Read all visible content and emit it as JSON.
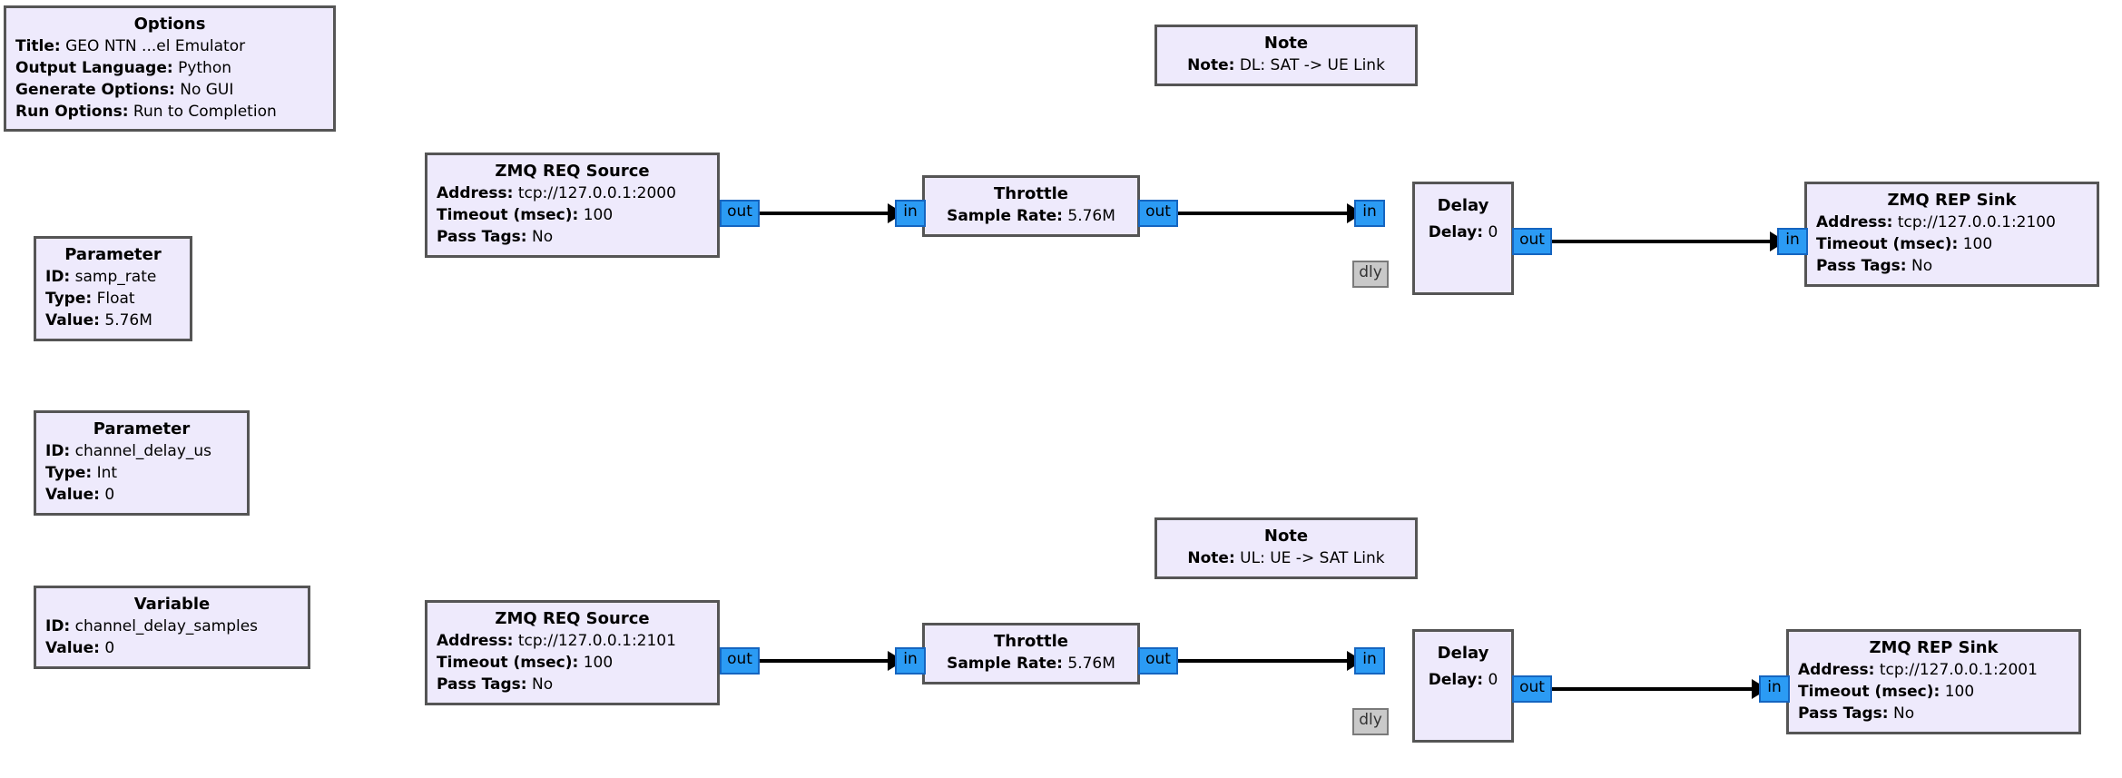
{
  "app": {
    "kind": "gnuradio-companion-flowgraph",
    "canvas_background": "#ffffff",
    "block_fill": "#eeeafc",
    "block_border": "#555555",
    "port_fill": "#2b9bf4",
    "port_border": "#1565c0",
    "message_port_fill": "#c9c9c9",
    "wire_color": "#000000"
  },
  "options_block": {
    "title": "Options",
    "rows": [
      {
        "key": "Title:",
        "value": "GEO NTN ...el Emulator"
      },
      {
        "key": "Output Language:",
        "value": "Python"
      },
      {
        "key": "Generate Options:",
        "value": "No GUI"
      },
      {
        "key": "Run Options:",
        "value": "Run to Completion"
      }
    ]
  },
  "parameter_samp_rate": {
    "title": "Parameter",
    "rows": [
      {
        "key": "ID:",
        "value": "samp_rate"
      },
      {
        "key": "Type:",
        "value": "Float"
      },
      {
        "key": "Value:",
        "value": "5.76M"
      }
    ]
  },
  "parameter_channel_delay_us": {
    "title": "Parameter",
    "rows": [
      {
        "key": "ID:",
        "value": "channel_delay_us"
      },
      {
        "key": "Type:",
        "value": "Int"
      },
      {
        "key": "Value:",
        "value": "0"
      }
    ]
  },
  "variable_channel_delay_samples": {
    "title": "Variable",
    "rows": [
      {
        "key": "ID:",
        "value": "channel_delay_samples"
      },
      {
        "key": "Value:",
        "value": "0"
      }
    ]
  },
  "note_dl": {
    "title": "Note",
    "rows": [
      {
        "key": "Note:",
        "value": "DL: SAT -> UE Link"
      }
    ]
  },
  "note_ul": {
    "title": "Note",
    "rows": [
      {
        "key": "Note:",
        "value": "UL: UE -> SAT Link"
      }
    ]
  },
  "dl_chain": {
    "source": {
      "title": "ZMQ REQ Source",
      "rows": [
        {
          "key": "Address:",
          "value": "tcp://127.0.0.1:2000"
        },
        {
          "key": "Timeout (msec):",
          "value": "100"
        },
        {
          "key": "Pass Tags:",
          "value": "No"
        }
      ],
      "out_port": "out"
    },
    "throttle": {
      "title": "Throttle",
      "rows": [
        {
          "key": "Sample Rate:",
          "value": "5.76M"
        }
      ],
      "in_port": "in",
      "out_port": "out"
    },
    "delay": {
      "title": "Delay",
      "rows": [
        {
          "key": "Delay:",
          "value": "0"
        }
      ],
      "in_port": "in",
      "msg_port": "dly",
      "out_port": "out"
    },
    "sink": {
      "title": "ZMQ REP Sink",
      "rows": [
        {
          "key": "Address:",
          "value": "tcp://127.0.0.1:2100"
        },
        {
          "key": "Timeout (msec):",
          "value": "100"
        },
        {
          "key": "Pass Tags:",
          "value": "No"
        }
      ],
      "in_port": "in"
    }
  },
  "ul_chain": {
    "source": {
      "title": "ZMQ REQ Source",
      "rows": [
        {
          "key": "Address:",
          "value": "tcp://127.0.0.1:2101"
        },
        {
          "key": "Timeout (msec):",
          "value": "100"
        },
        {
          "key": "Pass Tags:",
          "value": "No"
        }
      ],
      "out_port": "out"
    },
    "throttle": {
      "title": "Throttle",
      "rows": [
        {
          "key": "Sample Rate:",
          "value": "5.76M"
        }
      ],
      "in_port": "in",
      "out_port": "out"
    },
    "delay": {
      "title": "Delay",
      "rows": [
        {
          "key": "Delay:",
          "value": "0"
        }
      ],
      "in_port": "in",
      "msg_port": "dly",
      "out_port": "out"
    },
    "sink": {
      "title": "ZMQ REP Sink",
      "rows": [
        {
          "key": "Address:",
          "value": "tcp://127.0.0.1:2001"
        },
        {
          "key": "Timeout (msec):",
          "value": "100"
        },
        {
          "key": "Pass Tags:",
          "value": "No"
        }
      ],
      "in_port": "in"
    }
  }
}
